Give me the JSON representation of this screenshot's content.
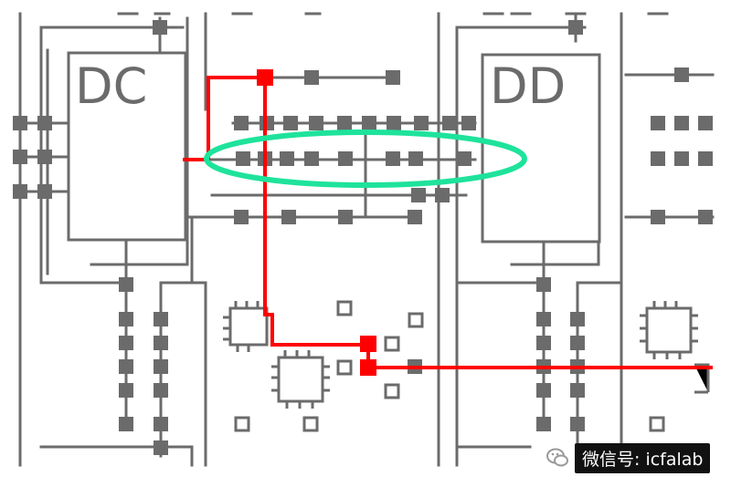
{
  "blocks": {
    "left_block_label": "DC",
    "right_block_label": "DD"
  },
  "watermark": {
    "text": "微信号: icfalab"
  },
  "colors": {
    "routing": "#6b6b6b",
    "highlight_net": "#ff0000",
    "selection_ellipse": "#1ee39b",
    "background": "#ffffff"
  }
}
